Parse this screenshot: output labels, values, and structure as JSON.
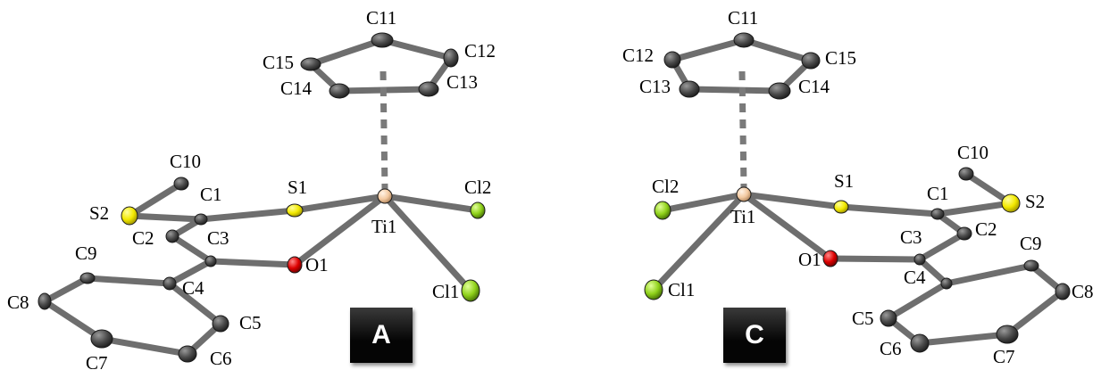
{
  "structures": [
    {
      "id": "A",
      "badge": "A",
      "labels": [
        "C11",
        "C12",
        "C15",
        "C14",
        "C13",
        "C10",
        "S1",
        "Cl2",
        "C1",
        "S2",
        "C2",
        "C3",
        "Ti1",
        "O1",
        "Cl1",
        "C9",
        "C8",
        "C4",
        "C5",
        "C7",
        "C6"
      ]
    },
    {
      "id": "C",
      "badge": "C",
      "labels": [
        "C11",
        "C12",
        "C15",
        "C13",
        "C14",
        "C10",
        "Cl2",
        "S1",
        "C1",
        "S2",
        "Ti1",
        "C3",
        "C2",
        "C9",
        "O1",
        "C4",
        "Cl1",
        "C8",
        "C5",
        "C6",
        "C7"
      ]
    }
  ],
  "colors": {
    "bond": "#6e6e6e",
    "carbon": "#4a4a4a",
    "sulfur": "#f2e900",
    "chlorine": "#8fd11a",
    "oxygen": "#dd0000",
    "titanium": "#f3c9a0",
    "badge_bg": "#111111",
    "badge_text": "#ffffff"
  }
}
